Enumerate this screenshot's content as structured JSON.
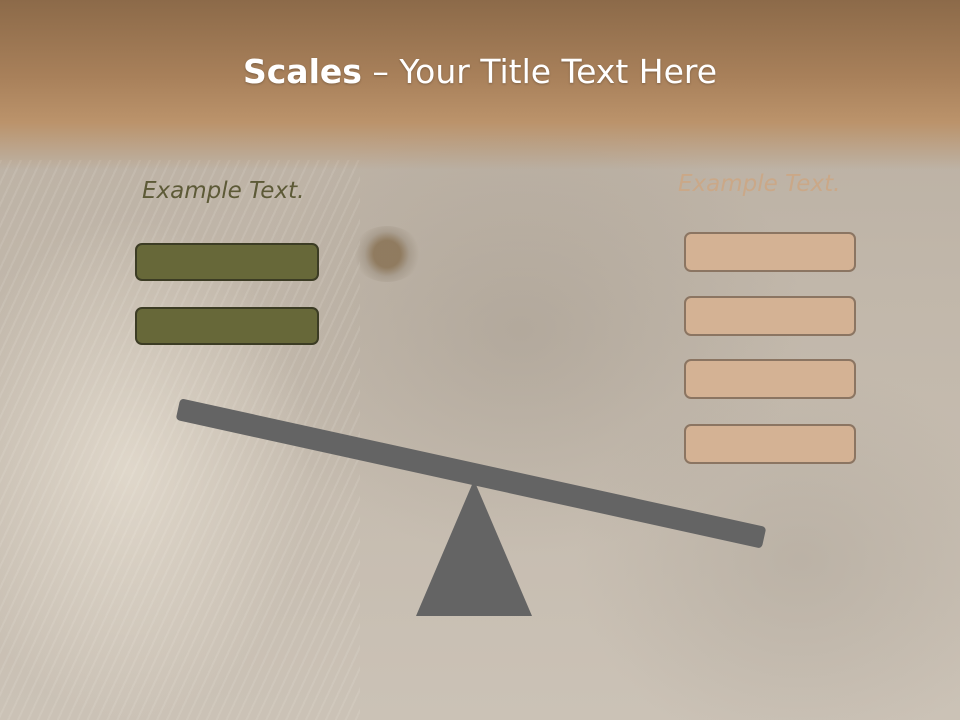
{
  "slide": {
    "title_bold": "Scales",
    "title_rest": " – Your Title Text Here",
    "left_heading": "Example Text.",
    "right_heading": "Example Text."
  },
  "left_boxes": [
    {},
    {}
  ],
  "right_boxes": [
    {},
    {},
    {},
    {}
  ],
  "colors": {
    "header": "#a8805a",
    "left_box_fill": "#676839",
    "right_box_fill": "#d4b294",
    "beam": "#646464",
    "left_text": "#5d5a37",
    "right_text": "#caa888"
  },
  "icons": {
    "background": "lion-photo",
    "fulcrum": "triangle"
  }
}
